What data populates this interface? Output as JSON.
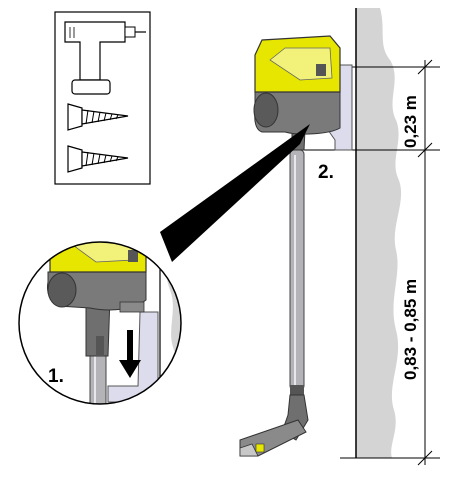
{
  "tools_panel": {
    "icons": [
      "drill-icon",
      "screw-icon",
      "screw-icon"
    ]
  },
  "steps": {
    "step1": "1.",
    "step2": "2."
  },
  "dimensions": {
    "upper": "0,23 m",
    "lower": "0,83 - 0,85 m"
  },
  "colors": {
    "yellow": "#e6e600",
    "gray_dark": "#6f6f6f",
    "gray_mid": "#9a9a9a",
    "gray_light": "#c8c8c8",
    "bracket": "#dcdcec",
    "wall": "#d4d4d4"
  }
}
